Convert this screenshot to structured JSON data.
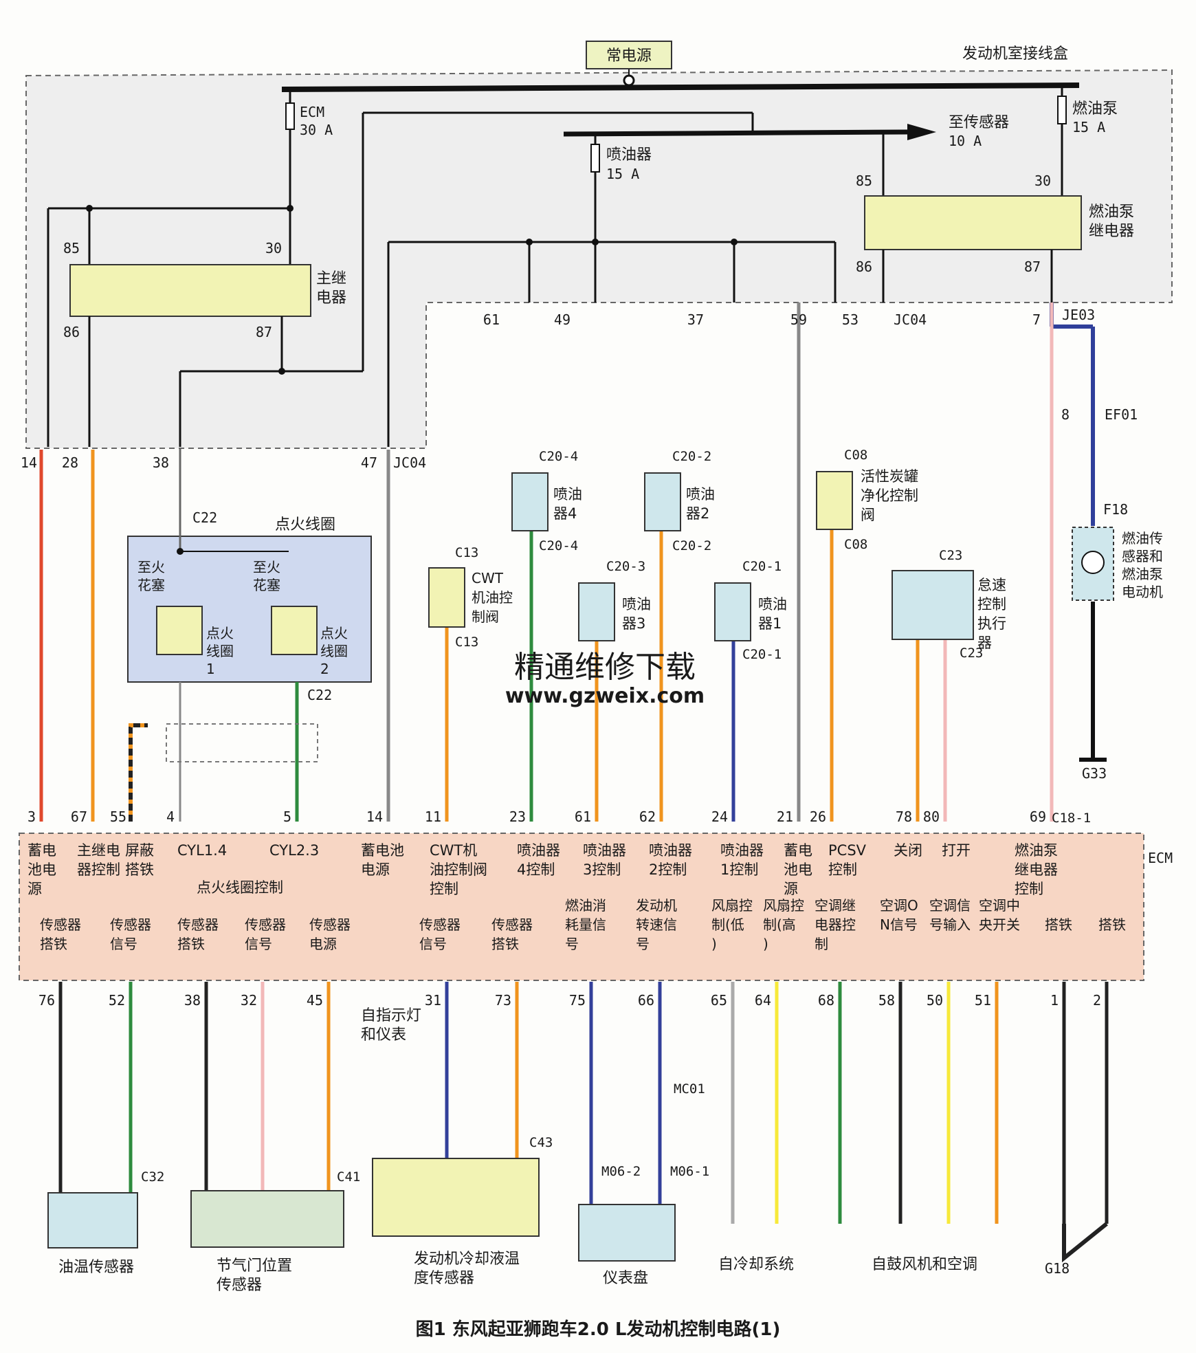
{
  "title": "图1  东风起亚狮跑车2.0 L发动机控制电路(1)",
  "watermark": {
    "line1": "精通维修下载",
    "line2": "www.gzweix.com"
  },
  "top": {
    "power_label": "常电源",
    "box_label": "发动机室接线盒",
    "fuse_ecm": {
      "name": "ECM",
      "rating": "30 A"
    },
    "fuse_injector": {
      "name": "喷油器",
      "rating": "15 A"
    },
    "fuse_pump": {
      "name": "燃油泵",
      "rating": "15 A"
    },
    "to_sensor": {
      "name": "至传感器",
      "rating": "10 A"
    },
    "main_relay": {
      "label": "主继电器",
      "p85": "85",
      "p30": "30",
      "p86": "86",
      "p87": "87"
    },
    "pump_relay": {
      "label": "燃油泵继电器",
      "p85": "85",
      "p30": "30",
      "p86": "86",
      "p87": "87"
    },
    "connectors": {
      "jc04": "JC04",
      "je03": "JE03",
      "ef01": "EF01",
      "f18": "F18"
    }
  },
  "pins_top": [
    "14",
    "28",
    "38",
    "47",
    "61",
    "49",
    "37",
    "59",
    "53",
    "7",
    "8"
  ],
  "components": {
    "ignition_coil_group": "点火线圈",
    "spark_label": "至火花塞",
    "coil1": "点火线圈1",
    "coil2": "点火线圈2",
    "c22": "C22",
    "cwt": "CWT机油控制阀",
    "inj4": "喷油器4",
    "inj3": "喷油器3",
    "inj2": "喷油器2",
    "inj1": "喷油器1",
    "pcsv": "活性炭罐净化控制阀",
    "idle": "怠速控制执行器",
    "pump_motor": "燃油传感器和燃油泵电动机",
    "c13": "C13",
    "c20_4": "C20-4",
    "c20_3": "C20-3",
    "c20_2": "C20-2",
    "c20_1": "C20-1",
    "c08": "C08",
    "c23": "C23",
    "c18_1": "C18-1",
    "g33": "G33",
    "g18": "G18"
  },
  "ecm": {
    "label": "ECM",
    "top_pins": [
      "3",
      "67",
      "55",
      "4",
      "5",
      "14",
      "11",
      "23",
      "61",
      "62",
      "24",
      "21",
      "26",
      "78",
      "80",
      "69"
    ],
    "top_labels": [
      "蓄电池电源",
      "主继电器控制",
      "屏蔽搭铁",
      "CYL1.4",
      "CYL2.3",
      "点火线圈控制",
      "蓄电池电源",
      "CWT机油控制阀控制",
      "喷油器4控制",
      "喷油器3控制",
      "喷油器2控制",
      "喷油器1控制",
      "蓄电池电源",
      "PCSV控制",
      "关闭",
      "打开",
      "燃油泵继电器控制"
    ],
    "bottom_labels": [
      "传感器搭铁",
      "传感器信号",
      "传感器搭铁",
      "传感器信号",
      "传感器电源",
      "传感器信号",
      "传感器搭铁",
      "燃油消耗量信号",
      "发动机转速信号",
      "风扇控制(低)",
      "风扇控制(高)",
      "空调继电器控制",
      "空调ON信号",
      "空调信号输入",
      "空调中央开关",
      "搭铁",
      "搭铁"
    ],
    "bottom_pins": [
      "76",
      "52",
      "38",
      "32",
      "45",
      "31",
      "73",
      "75",
      "66",
      "65",
      "64",
      "68",
      "58",
      "50",
      "51",
      "1",
      "2"
    ]
  },
  "bottom": {
    "oil_temp": "油温传感器",
    "tps": "节气门位置传感器",
    "coolant": "发动机冷却液温度传感器",
    "indicator": "自指示灯和仪表",
    "cluster": "仪表盘",
    "cooling": "自冷却系统",
    "blower": "自鼓风机和空调",
    "c32": "C32",
    "c41": "C41",
    "c43": "C43",
    "mc01": "MC01",
    "m06_2": "M06-2",
    "m06_1": "M06-1"
  }
}
